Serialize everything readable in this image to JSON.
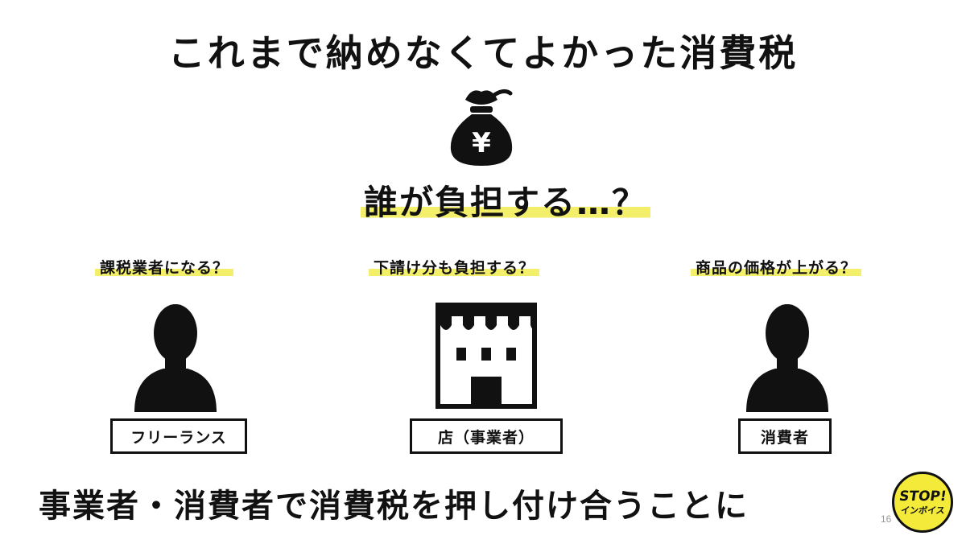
{
  "title": "これまで納めなくてよかった消費税",
  "question": "誰が負担する…？",
  "money_icon": "moneybag-yen-icon",
  "money_symbol": "¥",
  "columns": [
    {
      "question": "課税業者になる？",
      "label": "フリーランス",
      "icon": "person-icon"
    },
    {
      "question": "下請け分も負担する？",
      "label": "店（事業者）",
      "icon": "shop-icon"
    },
    {
      "question": "商品の価格が上がる？",
      "label": "消費者",
      "icon": "person-icon"
    }
  ],
  "conclusion": "事業者・消費者で消費税を押し付け合うことに",
  "logo": {
    "line1": "STOP!",
    "line2": "インボイス"
  },
  "page_number": "16",
  "colors": {
    "highlight": "#f3ef6a",
    "logo_yellow": "#f4ea3a",
    "ink": "#111111"
  }
}
